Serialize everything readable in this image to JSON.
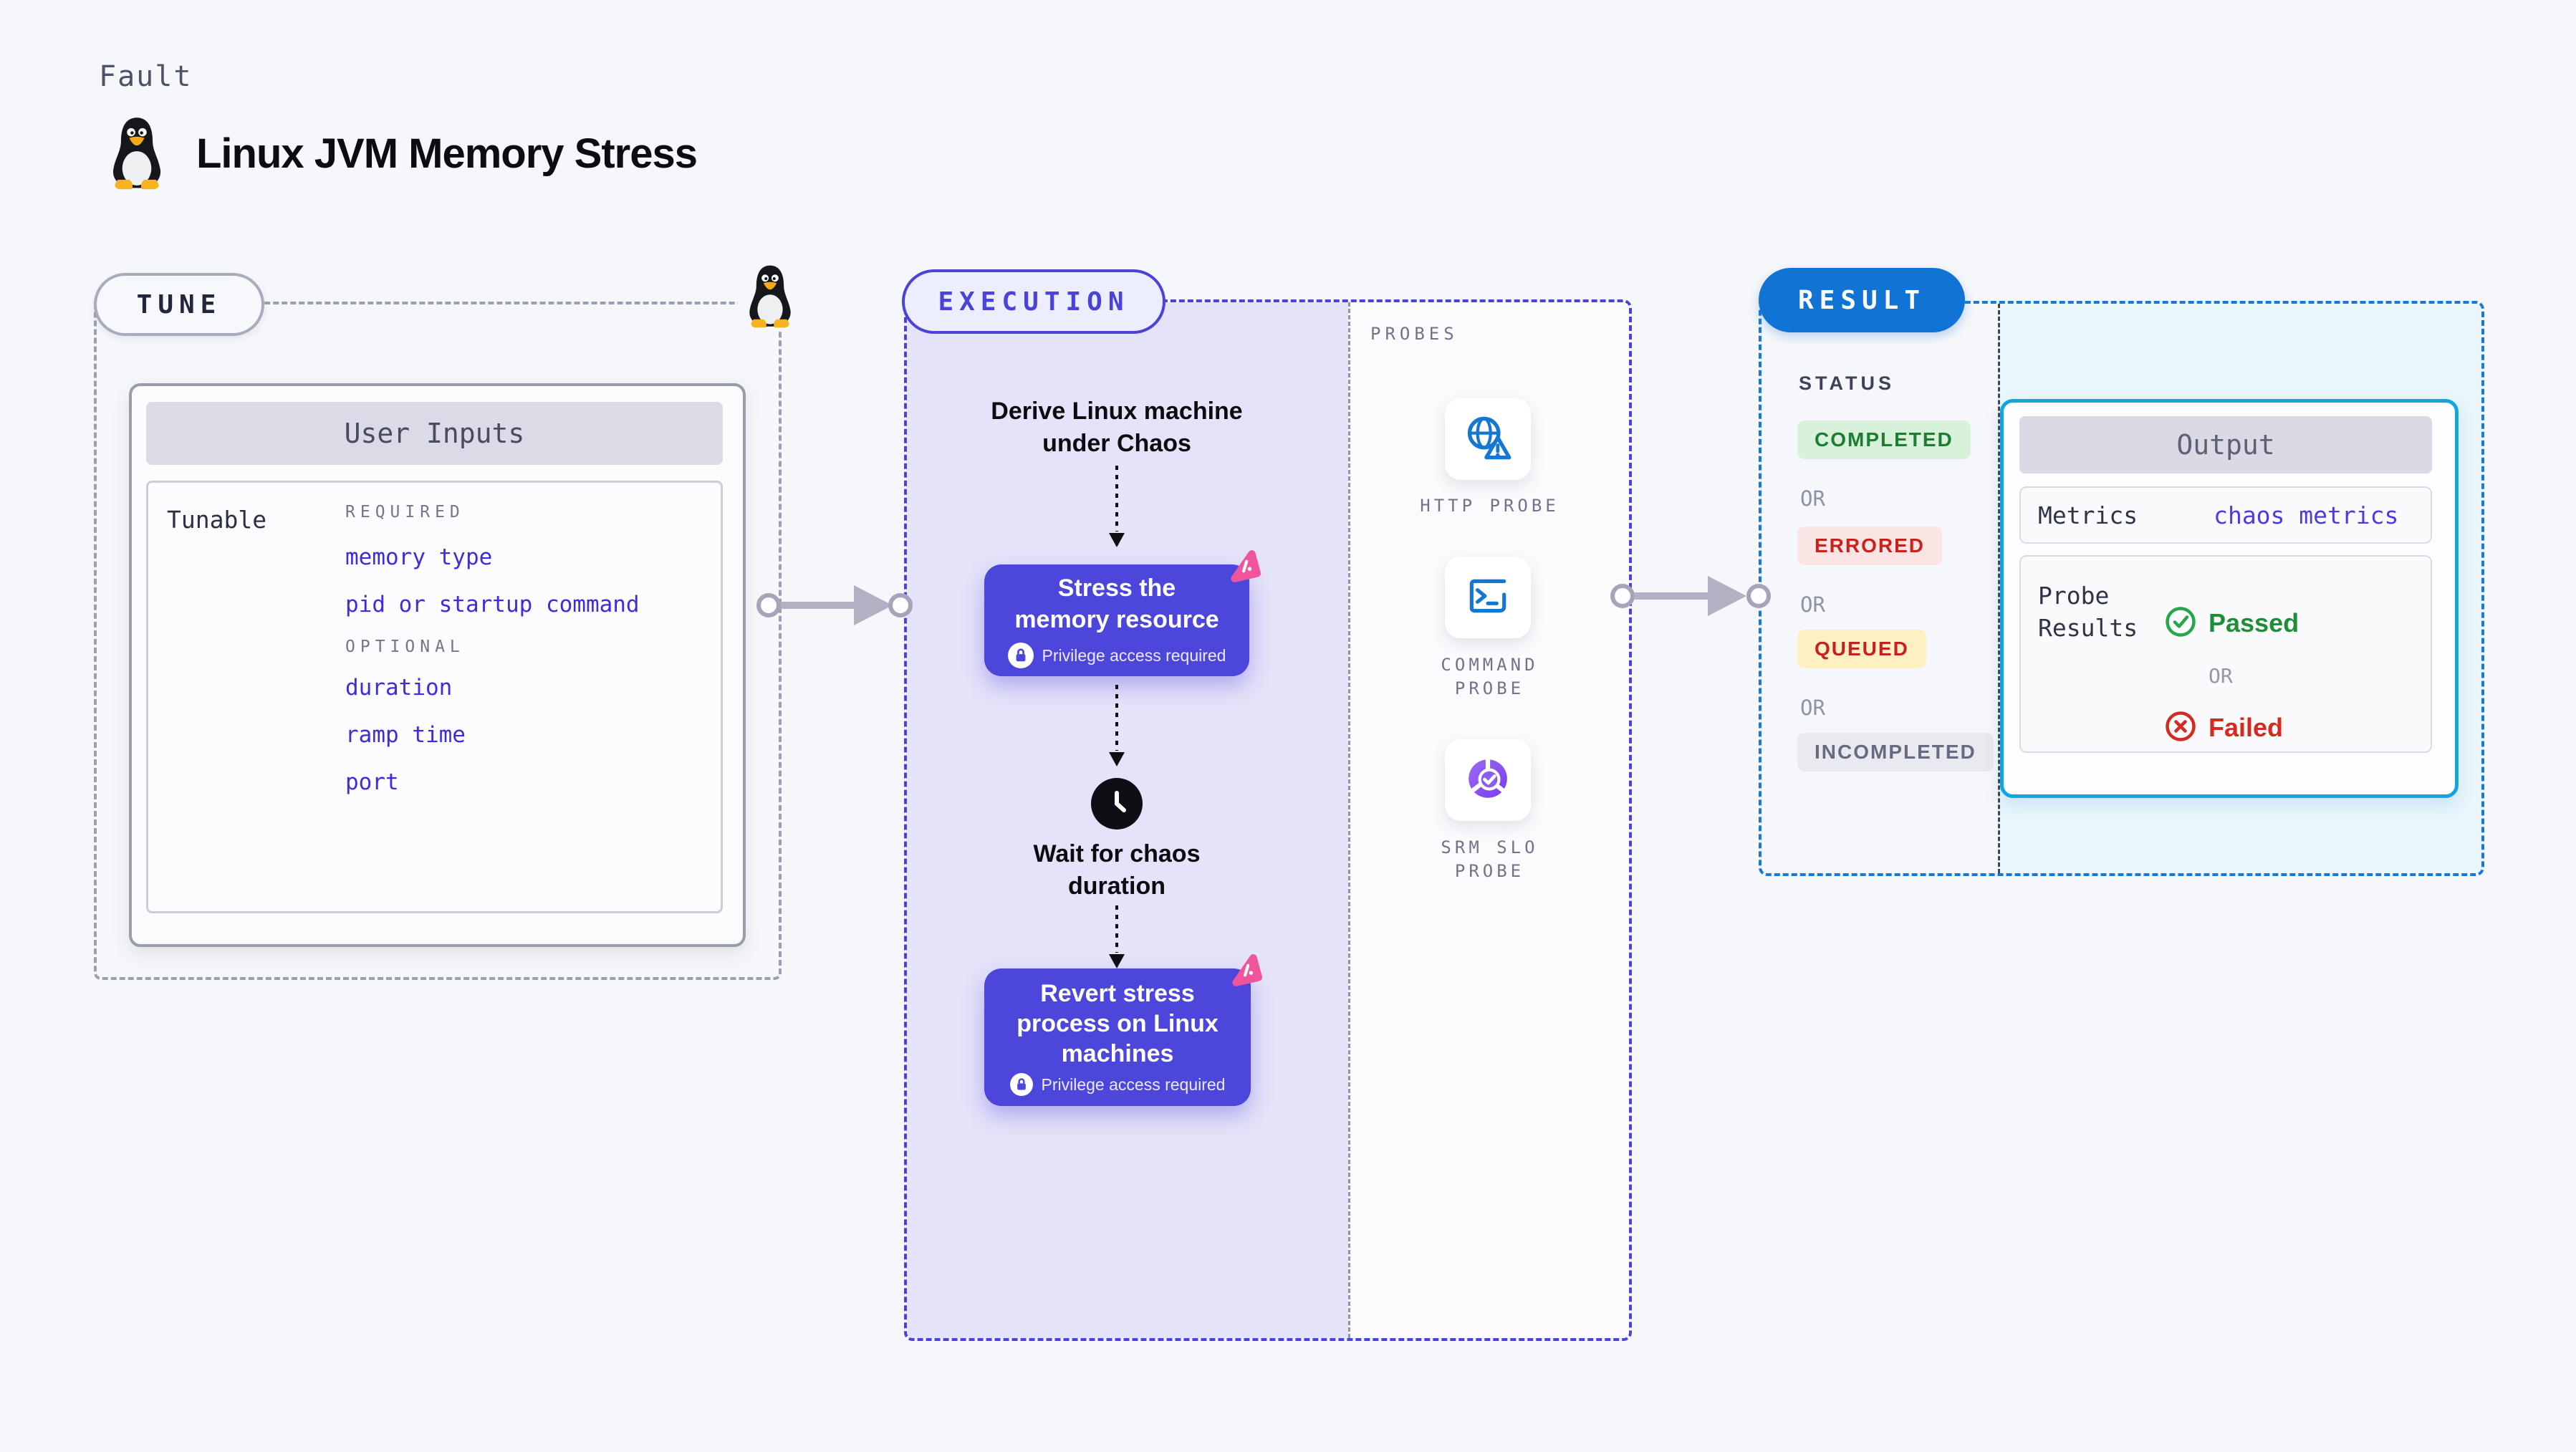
{
  "header": {
    "kicker": "Fault",
    "title": "Linux JVM Memory Stress"
  },
  "tune": {
    "badge": "TUNE",
    "user_inputs": {
      "title": "User Inputs",
      "row_label": "Tunable",
      "required_label": "REQUIRED",
      "required_items": [
        "memory type",
        "pid or startup command"
      ],
      "optional_label": "OPTIONAL",
      "optional_items": [
        "duration",
        "ramp time",
        "port"
      ]
    }
  },
  "execution": {
    "badge": "EXECUTION",
    "derive_lines": [
      "Derive Linux machine",
      "under Chaos"
    ],
    "stress_lines": [
      "Stress the",
      "memory resource"
    ],
    "stress_note": "Privilege access required",
    "wait_lines": [
      "Wait for chaos",
      "duration"
    ],
    "revert_lines": [
      "Revert stress",
      "process on Linux",
      "machines"
    ],
    "revert_note": "Privilege access required"
  },
  "probes": {
    "heading": "PROBES",
    "items": [
      {
        "icon": "globe-alert-icon",
        "lines": [
          "HTTP PROBE",
          ""
        ]
      },
      {
        "icon": "terminal-icon",
        "lines": [
          "COMMAND",
          "PROBE"
        ]
      },
      {
        "icon": "slo-donut-icon",
        "lines": [
          "SRM SLO",
          "PROBE"
        ]
      }
    ]
  },
  "result": {
    "badge": "RESULT",
    "status_heading": "STATUS",
    "or_label": "OR",
    "statuses": [
      "COMPLETED",
      "ERRORED",
      "QUEUED",
      "INCOMPLETED"
    ],
    "output": {
      "title": "Output",
      "metrics_label": "Metrics",
      "metrics_value": "chaos metrics",
      "probe_results_lines": [
        "Probe",
        "Results"
      ],
      "passed_label": "Passed",
      "failed_label": "Failed"
    }
  },
  "colors": {
    "page_bg": "#f6f7fa",
    "accent_indigo": "#4c46da",
    "execution_border": "#4a43d9",
    "execution_canvas": "#e5e3f9",
    "link_blue": "#3b2ddc",
    "result_blue": "#1173d4",
    "output_border_cyan": "#12a6e0",
    "output_panel_bg": "#e9f6fc",
    "probe_icon_blue": "#1477d2",
    "slo_purple": "#8a5cf2",
    "pink_badge": "#f0549b",
    "completed_green": "#1e7d32",
    "errored_red": "#c8221f",
    "queued_yellow_bg": "#fdf1c2",
    "incompleted_gray": "#666b80",
    "passed_green": "#1f8e3a",
    "failed_red": "#d32b1f"
  }
}
